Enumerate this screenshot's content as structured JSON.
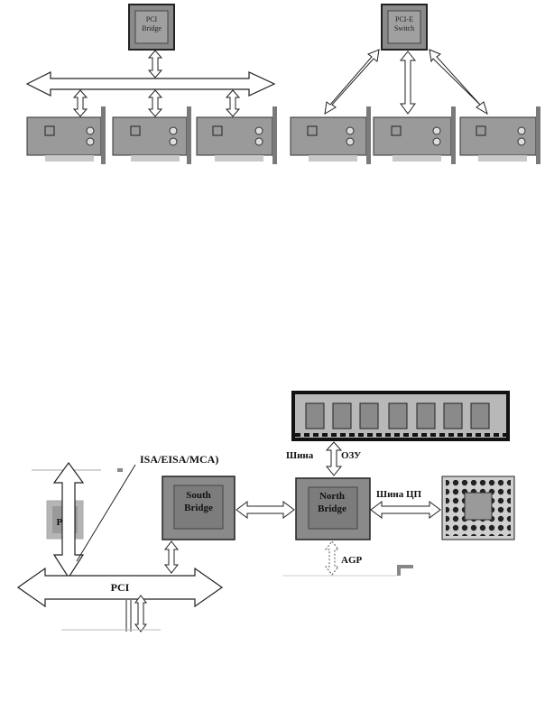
{
  "top": {
    "pci_bridge": {
      "line1": "PCI",
      "line2": "Bridge"
    },
    "pcie_switch": {
      "line1": "PCI-E",
      "line2": "Switch"
    }
  },
  "bottom": {
    "isa_label": "ISA/EISA/MCA)",
    "pic_label": "PIC",
    "south_bridge": {
      "line1": "South",
      "line2": "Bridge"
    },
    "north_bridge": {
      "line1": "North",
      "line2": "Bridge"
    },
    "bus_ram_left": "Шина",
    "bus_ram_right": "ОЗУ",
    "bus_cpu": "Шина ЦП",
    "agp": "AGP",
    "pci": "PCI"
  },
  "colors": {
    "chip_gray": "#8a8a8a",
    "card_gray": "#9a9a9a",
    "arrow_fill": "#ffffff",
    "stroke": "#222222"
  }
}
